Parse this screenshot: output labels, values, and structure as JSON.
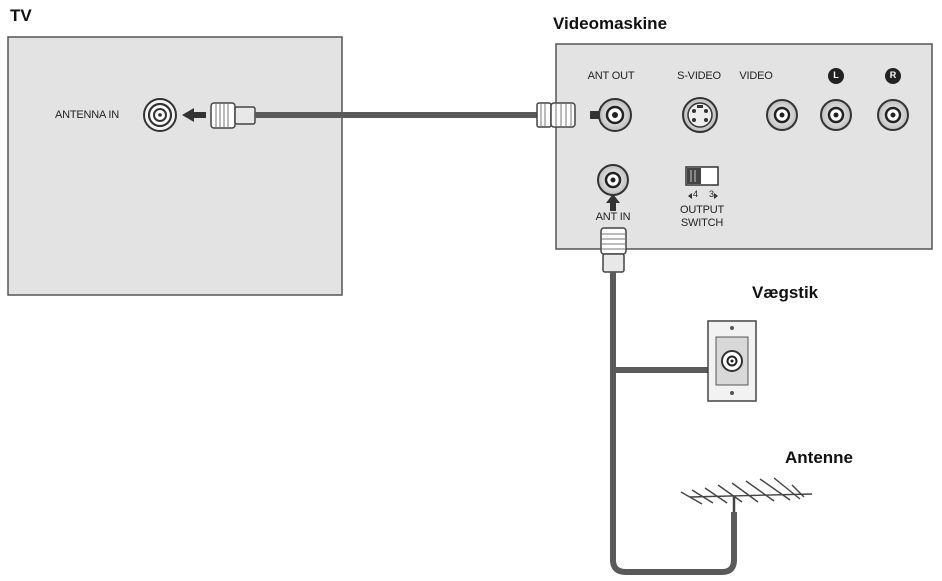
{
  "tv": {
    "title": "TV",
    "antenna_in": "ANTENNA IN"
  },
  "vcr": {
    "title": "Videomaskine",
    "ant_out": "ANT OUT",
    "s_video": "S-VIDEO",
    "video": "VIDEO",
    "audio_left": "L",
    "audio_right": "R",
    "ant_in": "ANT IN",
    "output_switch_line1": "OUTPUT",
    "output_switch_line2": "SWITCH",
    "switch_pos_a": "4",
    "switch_pos_b": "3"
  },
  "wall_outlet": {
    "title": "Vægstik"
  },
  "antenna": {
    "title": "Antenne"
  },
  "colors": {
    "panel": "#e3e3e3",
    "border": "#555555",
    "cable": "#5a5a5a"
  }
}
